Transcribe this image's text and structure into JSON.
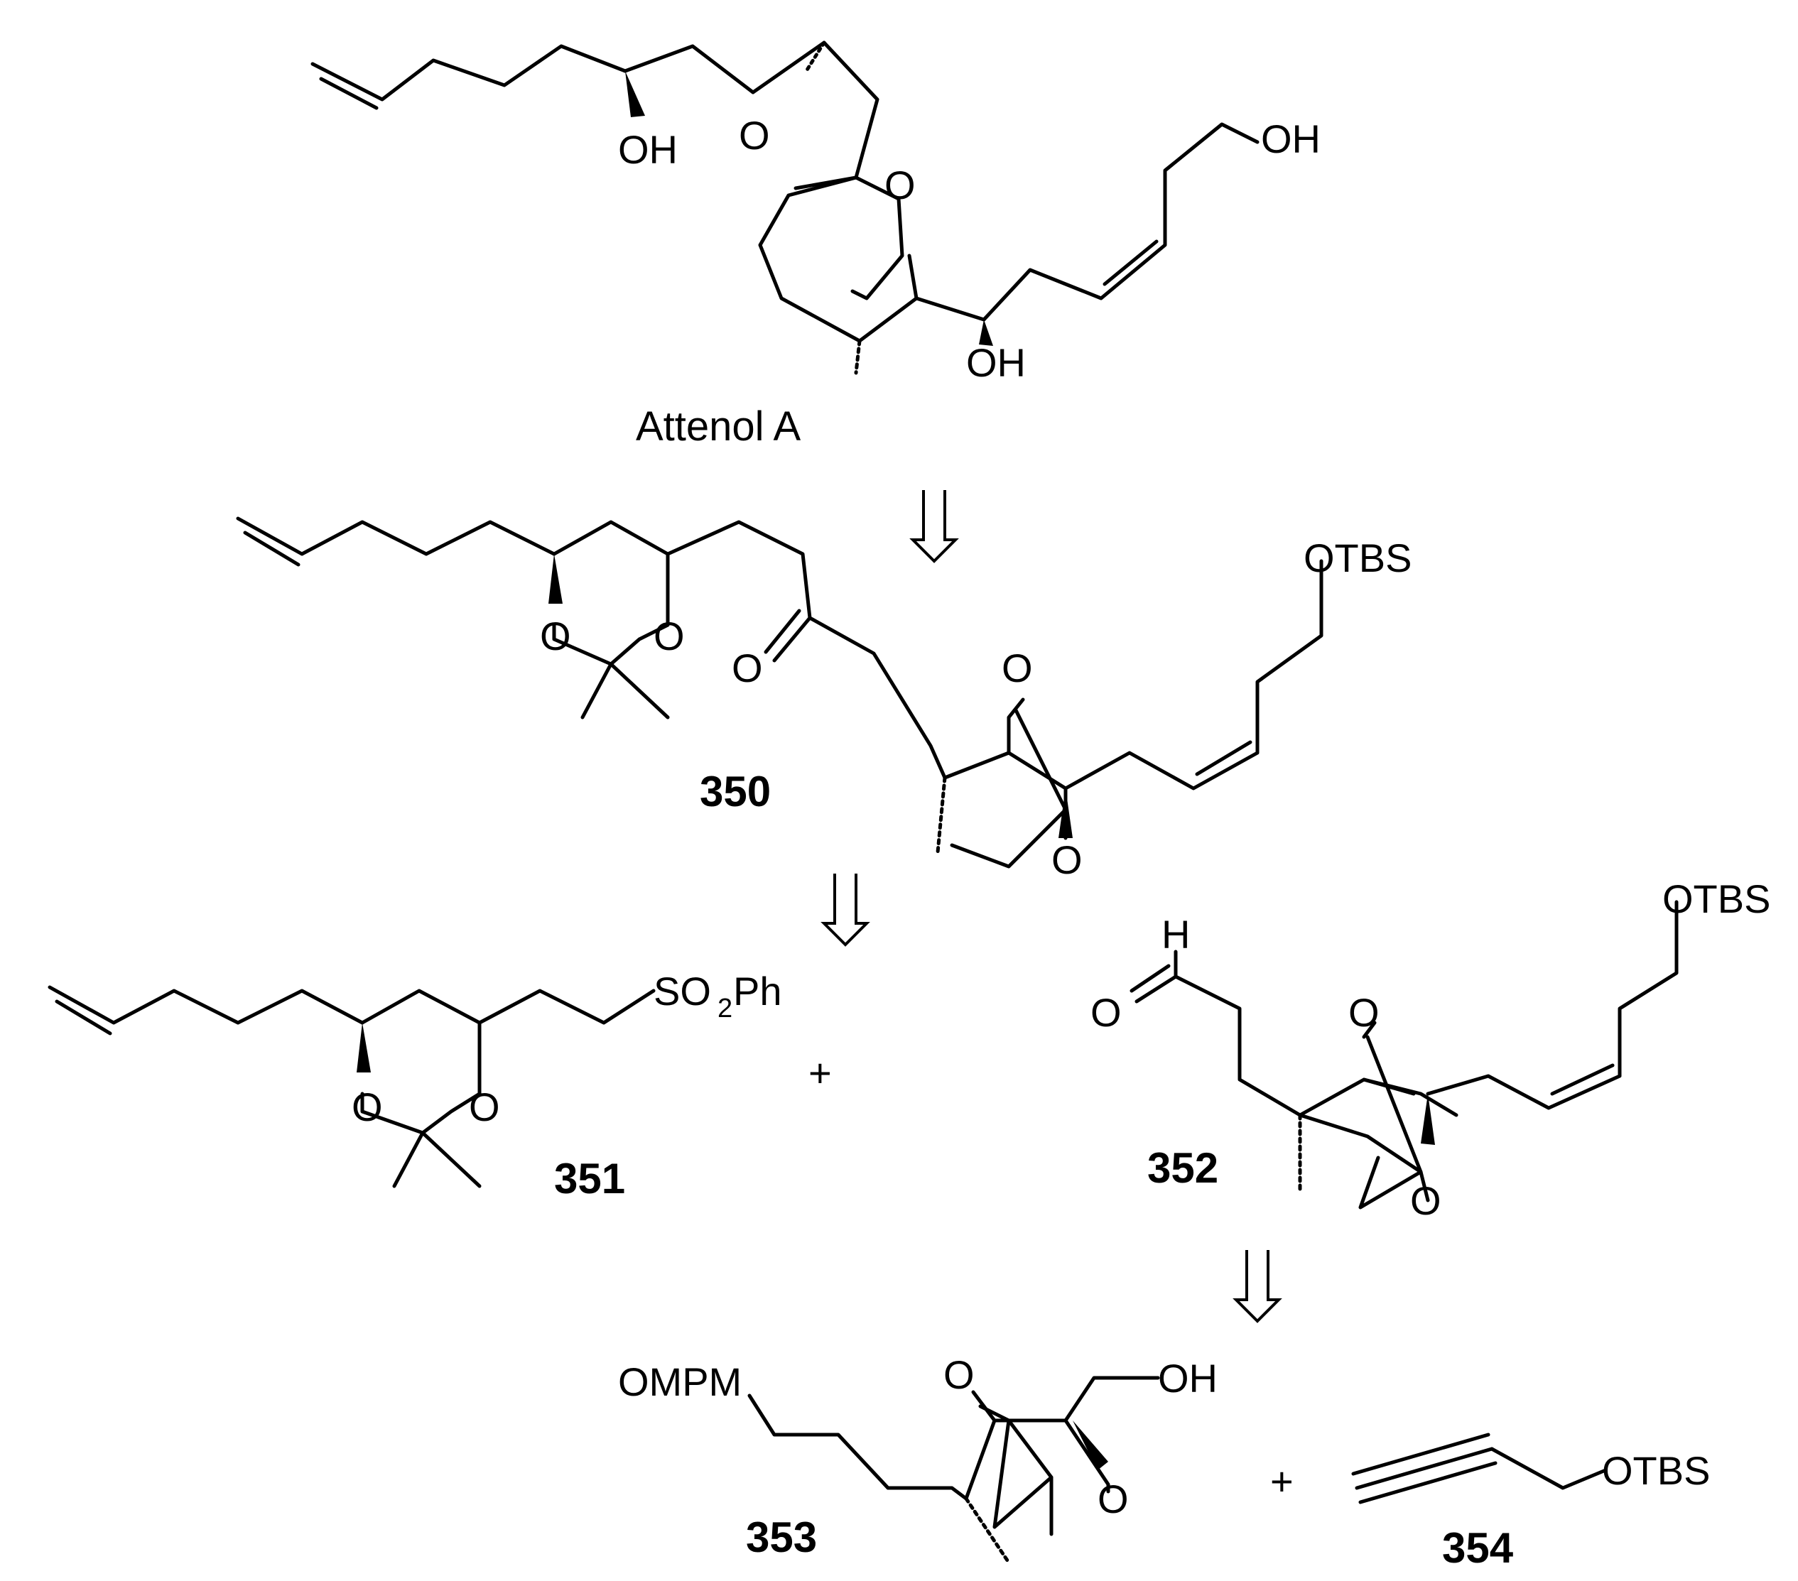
{
  "compounds": {
    "attenol_a": {
      "name": "Attenol A",
      "oh_left": "OH",
      "ring_o1": "O",
      "ring_o2": "O",
      "oh_right": "OH",
      "oh_bottom": "OH"
    },
    "c350": {
      "label": "350",
      "o1": "O",
      "o2": "O",
      "ketone_o": "O",
      "bridge_o_top": "O",
      "bridge_o_bot": "O",
      "otbs": "OTBS"
    },
    "c351": {
      "label": "351",
      "o1": "O",
      "o2": "O",
      "so2_a": "SO",
      "so2_sub": "2",
      "so2_b": "Ph"
    },
    "c352": {
      "label": "352",
      "h": "H",
      "ald_o": "O",
      "bridge_o_top": "O",
      "bridge_o_bot": "O",
      "otbs": "OTBS"
    },
    "c353": {
      "label": "353",
      "ompm": "OMPM",
      "bridge_o_top": "O",
      "bridge_o_bot": "O",
      "oh": "OH"
    },
    "c354": {
      "label": "354",
      "otbs": "OTBS"
    }
  },
  "operators": {
    "plus": "+"
  },
  "arrows": [
    {
      "type": "retrosynthetic"
    },
    {
      "type": "retrosynthetic"
    },
    {
      "type": "retrosynthetic"
    }
  ]
}
